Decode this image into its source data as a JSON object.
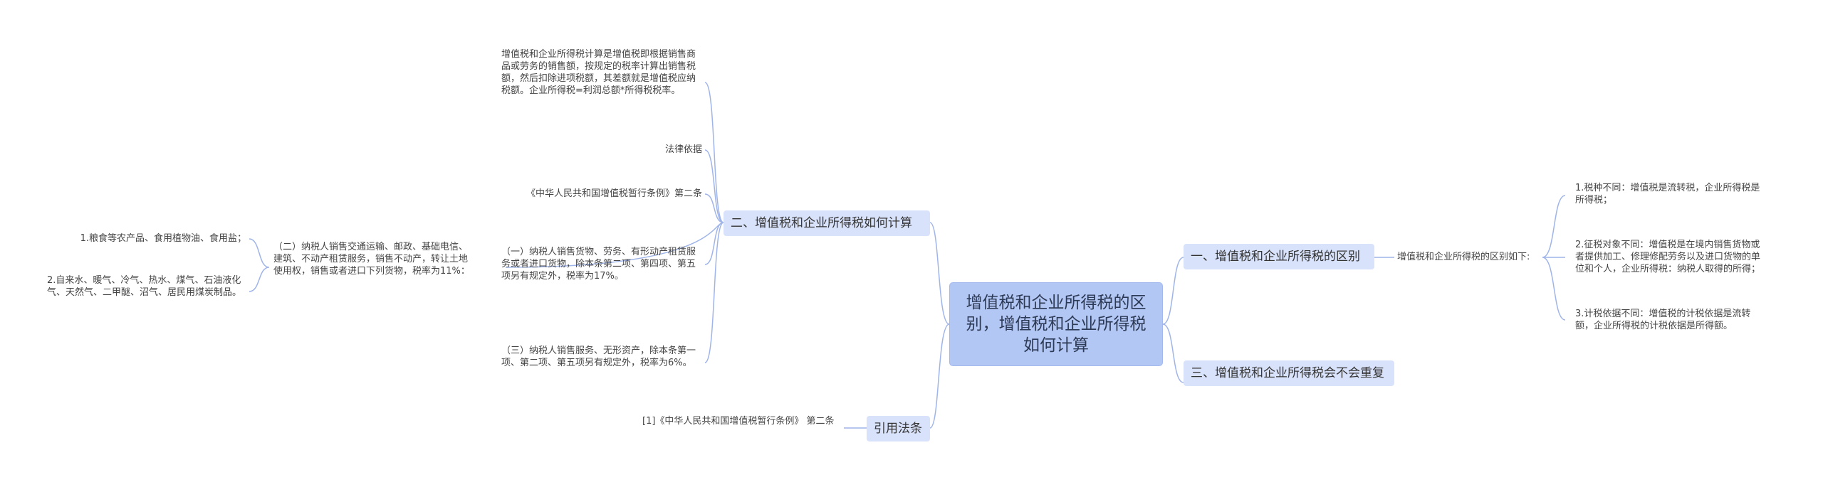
{
  "root": {
    "title": "增值税和企业所得税的区别，增值税和企业所得税如何计算"
  },
  "branches": {
    "b1": {
      "label": "一、增值税和企业所得税的区别"
    },
    "b2": {
      "label": "二、增值税和企业所得税如何计算"
    },
    "b3": {
      "label": "三、增值税和企业所得税会不会重复"
    },
    "b4": {
      "label": "引用法条"
    }
  },
  "b1_children": {
    "intro": "增值税和企业所得税的区别如下:",
    "items": [
      "1.税种不同：增值税是流转税，企业所得税是所得税；",
      "2.征税对象不同：增值税是在境内销售货物或者提供加工、修理修配劳务以及进口货物的单位和个人，企业所得税：纳税人取得的所得；",
      "3.计税依据不同：增值税的计税依据是流转额，企业所得税的计税依据是所得额。"
    ]
  },
  "b2_children": {
    "calc": "增值税和企业所得税计算是增值税即根据销售商品或劳务的销售额，按规定的税率计算出销售税额，然后扣除进项税额，其差额就是增值税应纳税额。企业所得税=利润总额*所得税税率。",
    "basis": "法律依据",
    "regulation": "《中华人民共和国增值税暂行条例》第二条",
    "item1": "（一）纳税人销售货物、劳务、有形动产租赁服务或者进口货物，除本条第二项、第四项、第五项另有规定外，税率为17%。",
    "item2": "（二）纳税人销售交通运输、邮政、基础电信、建筑、不动产租赁服务，销售不动产，转让土地使用权，销售或者进口下列货物，税率为11%：",
    "item2_sub": [
      "1.粮食等农产品、食用植物油、食用盐；",
      "2.自来水、暖气、冷气、热水、煤气、石油液化气、天然气、二甲醚、沼气、居民用煤炭制品。"
    ],
    "item3": "（三）纳税人销售服务、无形资产，除本条第一项、第二项、第五项另有规定外，税率为6%。"
  },
  "b4_children": {
    "ref": "[1]《中华人民共和国增值税暂行条例》 第二条"
  },
  "colors": {
    "root_fill": "#b3c7f4",
    "branch_fill": "#d8e2fa",
    "line": "#9fb4e8"
  }
}
